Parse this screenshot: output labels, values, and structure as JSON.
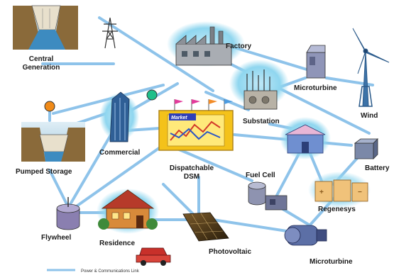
{
  "diagram": {
    "nodes": {
      "central_generation": {
        "label_line1": "Central",
        "label_line2": "Generation",
        "icon": "dam-icon"
      },
      "transmission_tower": {
        "icon": "transmission-tower-icon"
      },
      "factory": {
        "label": "Factory",
        "icon": "factory-icon"
      },
      "microturbine_top": {
        "label": "Microturbine",
        "icon": "microturbine-icon"
      },
      "wind": {
        "label": "Wind",
        "icon": "wind-turbine-icon"
      },
      "substation": {
        "label": "Substation",
        "icon": "substation-icon"
      },
      "commercial": {
        "label": "Commercial",
        "icon": "office-tower-icon"
      },
      "market": {
        "sign": "Market",
        "icon": "market-board-icon"
      },
      "dispatchable_dsm": {
        "label_line1": "Dispatchable",
        "label_line2": "DSM"
      },
      "pumped_storage": {
        "label": "Pumped Storage",
        "icon": "pumped-storage-icon"
      },
      "battery": {
        "label": "Battery",
        "icon": "battery-icon"
      },
      "store": {
        "icon": "store-icon"
      },
      "fuel_cell": {
        "label": "Fuel Cell",
        "icon": "fuel-cell-icon"
      },
      "regenesys": {
        "label": "Regenesys",
        "icon": "regenesys-icon"
      },
      "flywheel": {
        "label": "Flywheel",
        "icon": "flywheel-icon"
      },
      "residence": {
        "label": "Residence",
        "icon": "house-icon"
      },
      "car": {
        "icon": "car-icon"
      },
      "photovoltaic": {
        "label": "Photovoltaic",
        "icon": "solar-panel-icon"
      },
      "microturbine_bottom": {
        "label": "Microturbine",
        "icon": "microturbine-icon"
      }
    },
    "legend": {
      "label": "Power & Communications Link"
    },
    "colors": {
      "link": "#8ec3ea",
      "glow": "#8fd6ef",
      "dot_orange": "#f08a18",
      "dot_green": "#1fbf8a"
    }
  }
}
